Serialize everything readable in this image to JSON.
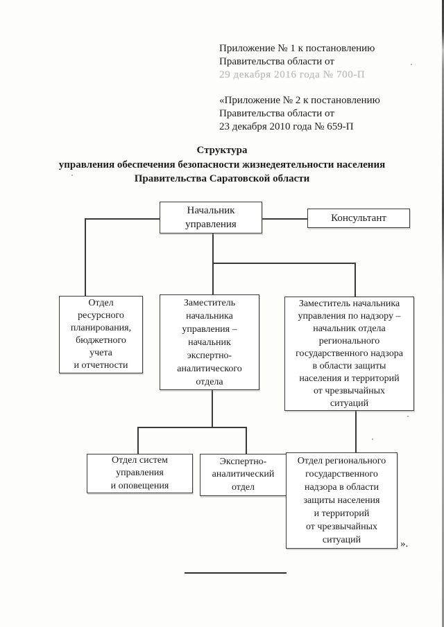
{
  "header": {
    "note1": {
      "line1": "Приложение № 1 к постановлению",
      "line2": "Правительства области от",
      "line3": "29 декабря 2016 года № 700-П"
    },
    "note2": {
      "line1": "«Приложение № 2 к постановлению",
      "line2": "Правительства области от",
      "line3": "23 декабря 2010 года № 659-П"
    }
  },
  "title": {
    "line1": "Структура",
    "line2": "управления обеспечения безопасности жизнедеятельности населения",
    "line3": "Правительства Саратовской области"
  },
  "org_chart": {
    "nodes": {
      "head": {
        "label": "Начальник\nуправления"
      },
      "consultant": {
        "label": "Консультант"
      },
      "resource_dept": {
        "label": "Отдел\nресурсного\nпланирования,\nбюджетного\nучета\nи отчетности"
      },
      "deputy_expert": {
        "label": "Заместитель\nначальника\nуправления –\nначальник\nэкспертно-\nаналитического\nотдела"
      },
      "deputy_oversight": {
        "label": "Заместитель начальника\nуправления по надзору –\nначальник отдела\nрегионального\nгосударственного надзора\nв области защиты\nнаселения и территорий\nот чрезвычайных\nситуаций"
      },
      "control_systems_dept": {
        "label": "Отдел систем\nуправления\nи оповещения"
      },
      "expert_dept": {
        "label": "Экспертно-\nаналитический\nотдел"
      },
      "oversight_dept": {
        "label": "Отдел регионального\nгосударственного\nнадзора в области\nзащиты населения\nи территорий\nот чрезвычайных\nситуаций"
      }
    }
  },
  "footer": {
    "closing_quote": "»."
  },
  "colors": {
    "ink": "#1c1c1c",
    "faded_ink": "#b9b9b9",
    "box_border": "#3b3b3b",
    "paper": "#fdfdfc"
  }
}
